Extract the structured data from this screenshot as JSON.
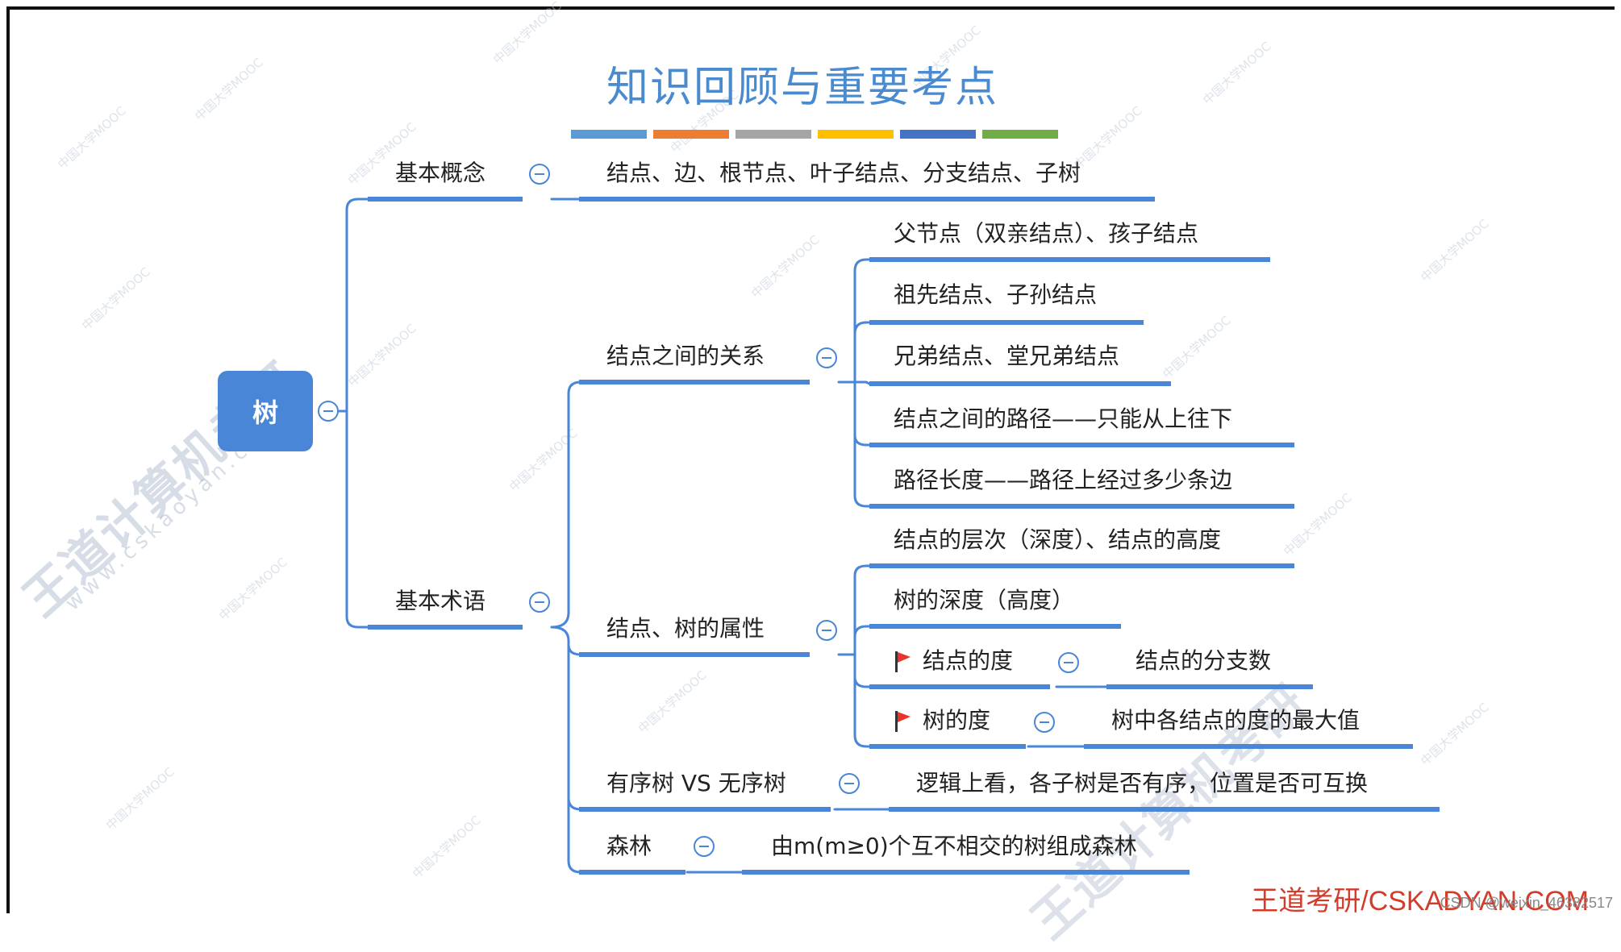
{
  "title": "知识回顾与重要考点",
  "title_bar_colors": [
    "#5b9bd5",
    "#ed7d31",
    "#a5a5a5",
    "#ffc000",
    "#4472c4",
    "#70ad47"
  ],
  "line_color": "#4a86d8",
  "root": "树",
  "branches": {
    "basic_concepts": {
      "label": "基本概念",
      "detail": "结点、边、根节点、叶子结点、分支结点、子树"
    },
    "basic_terms": {
      "label": "基本术语",
      "relations": {
        "label": "结点之间的关系",
        "items": [
          "父节点（双亲结点）、孩子结点",
          "祖先结点、子孙结点",
          "兄弟结点、堂兄弟结点",
          "结点之间的路径——只能从上往下",
          "路径长度——路径上经过多少条边"
        ]
      },
      "attributes": {
        "label": "结点、树的属性",
        "items": [
          "结点的层次（深度）、结点的高度",
          "树的深度（高度）"
        ],
        "node_degree": {
          "label": "结点的度",
          "detail": "结点的分支数"
        },
        "tree_degree": {
          "label": "树的度",
          "detail": "树中各结点的度的最大值"
        }
      },
      "ordered": {
        "label": "有序树 VS 无序树",
        "detail": "逻辑上看，各子树是否有序，位置是否可互换"
      },
      "forest": {
        "label": "森林",
        "detail": "由m(m≥0)个互不相交的树组成森林"
      }
    }
  },
  "footer": {
    "brand": "王道考研/CSKADYAN.COM",
    "csdn": "CSDN @weixin_46382517"
  },
  "watermark": {
    "small": "中国大学MOOC",
    "big": "王道计算机考研",
    "url": "www.cskaoyan.com"
  }
}
